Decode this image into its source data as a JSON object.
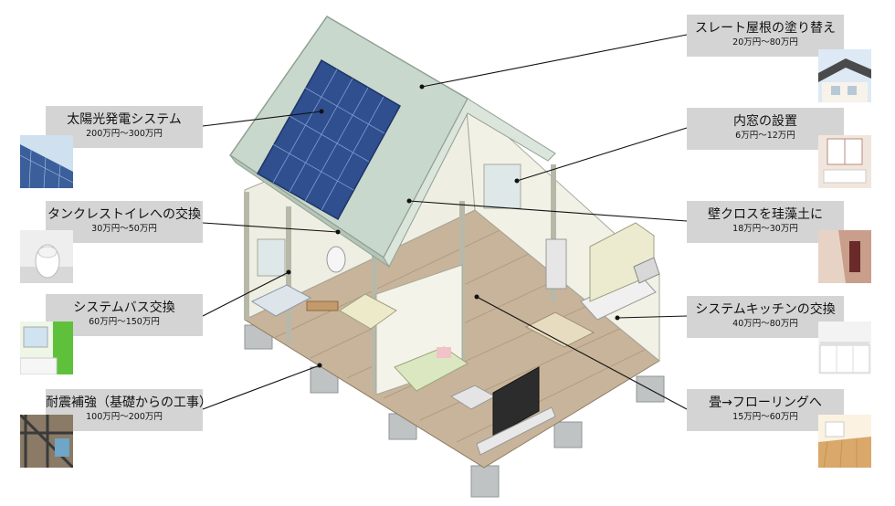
{
  "callouts_left": [
    {
      "title": "太陽光発電システム",
      "cost": "200万円～300万円",
      "icon": "solar-panel-photo"
    },
    {
      "title": "タンクレストイレへの交換",
      "cost": "30万円～50万円",
      "icon": "toilet-photo"
    },
    {
      "title": "システムバス交換",
      "cost": "60万円～150万円",
      "icon": "bathroom-photo"
    },
    {
      "title": "耐震補強（基礎からの工事）",
      "cost": "100万円～200万円",
      "icon": "steel-frame-photo"
    }
  ],
  "callouts_right": [
    {
      "title": "スレート屋根の塗り替え",
      "cost": "20万円～80万円",
      "icon": "roof-photo"
    },
    {
      "title": "内窓の設置",
      "cost": "6万円～12万円",
      "icon": "window-room-photo"
    },
    {
      "title": "壁クロスを珪藻土に",
      "cost": "18万円～30万円",
      "icon": "wall-photo"
    },
    {
      "title": "システムキッチンの交換",
      "cost": "40万円～80万円",
      "icon": "kitchen-photo"
    },
    {
      "title": "畳→フローリングへ",
      "cost": "15万円～60万円",
      "icon": "flooring-photo"
    }
  ],
  "colors": {
    "label_bg": "#d4d4d4",
    "roof": "#c9d8cc",
    "floor": "#c8b49a",
    "wall": "#f0efe4",
    "panel": "#2f4f8f"
  }
}
